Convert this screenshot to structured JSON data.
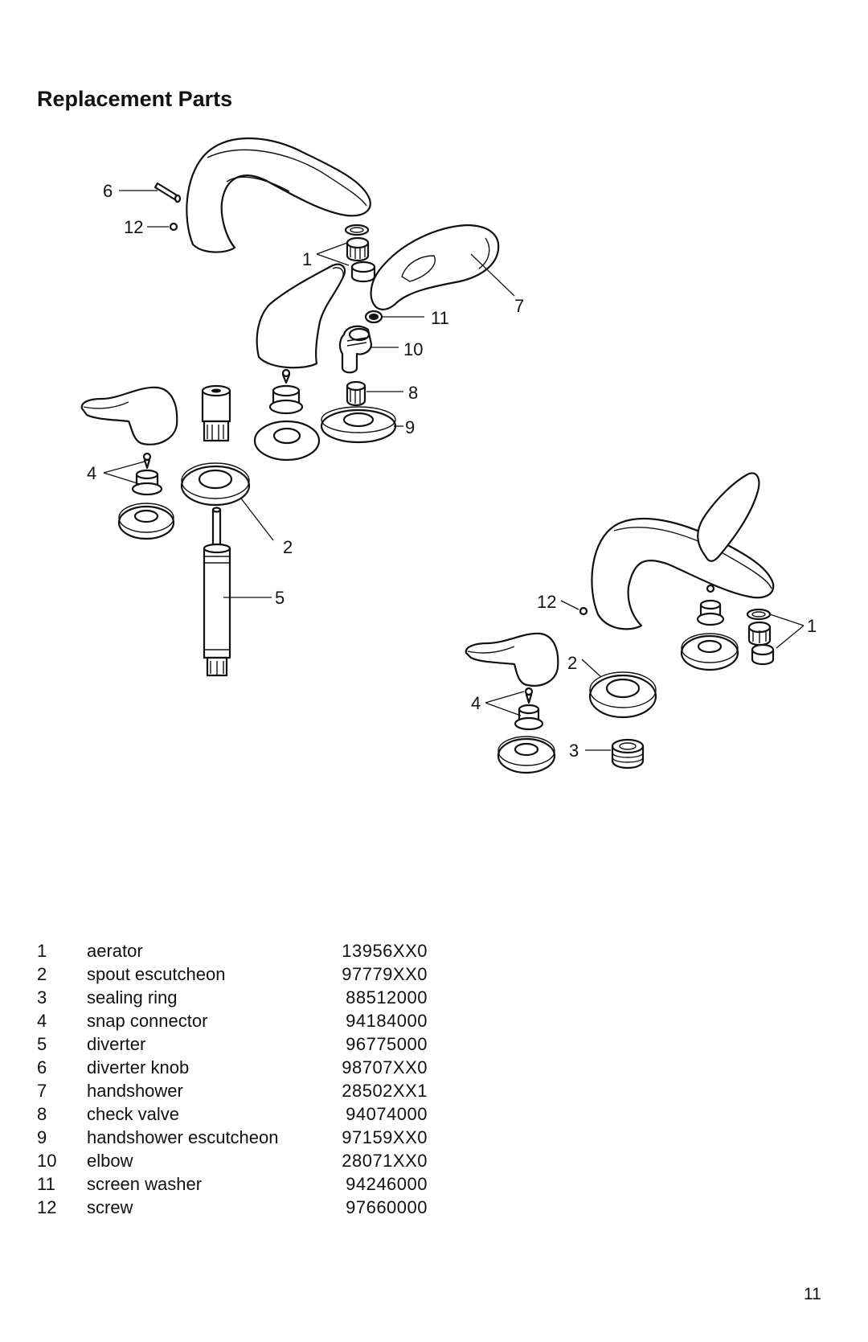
{
  "page": {
    "title": "Replacement Parts",
    "page_number": "11"
  },
  "callouts": {
    "c1a": "1",
    "c6": "6",
    "c12a": "12",
    "c7": "7",
    "c11": "11",
    "c10": "10",
    "c8": "8",
    "c9": "9",
    "c4a": "4",
    "c2a": "2",
    "c5": "5",
    "c12b": "12",
    "c1b": "1",
    "c2b": "2",
    "c4b": "4",
    "c3": "3"
  },
  "parts": [
    {
      "num": "1",
      "name": "aerator",
      "code": "13956XX0"
    },
    {
      "num": "2",
      "name": "spout escutcheon",
      "code": "97779XX0"
    },
    {
      "num": "3",
      "name": "sealing ring",
      "code": "88512000"
    },
    {
      "num": "4",
      "name": "snap connector",
      "code": "94184000"
    },
    {
      "num": "5",
      "name": "diverter",
      "code": "96775000"
    },
    {
      "num": "6",
      "name": "diverter knob",
      "code": "98707XX0"
    },
    {
      "num": "7",
      "name": "handshower",
      "code": "28502XX1"
    },
    {
      "num": "8",
      "name": "check valve",
      "code": "94074000"
    },
    {
      "num": "9",
      "name": "handshower escutcheon",
      "code": "97159XX0"
    },
    {
      "num": "10",
      "name": "elbow",
      "code": "28071XX0"
    },
    {
      "num": "11",
      "name": "screen washer",
      "code": "94246000"
    },
    {
      "num": "12",
      "name": "screw",
      "code": "97660000"
    }
  ]
}
